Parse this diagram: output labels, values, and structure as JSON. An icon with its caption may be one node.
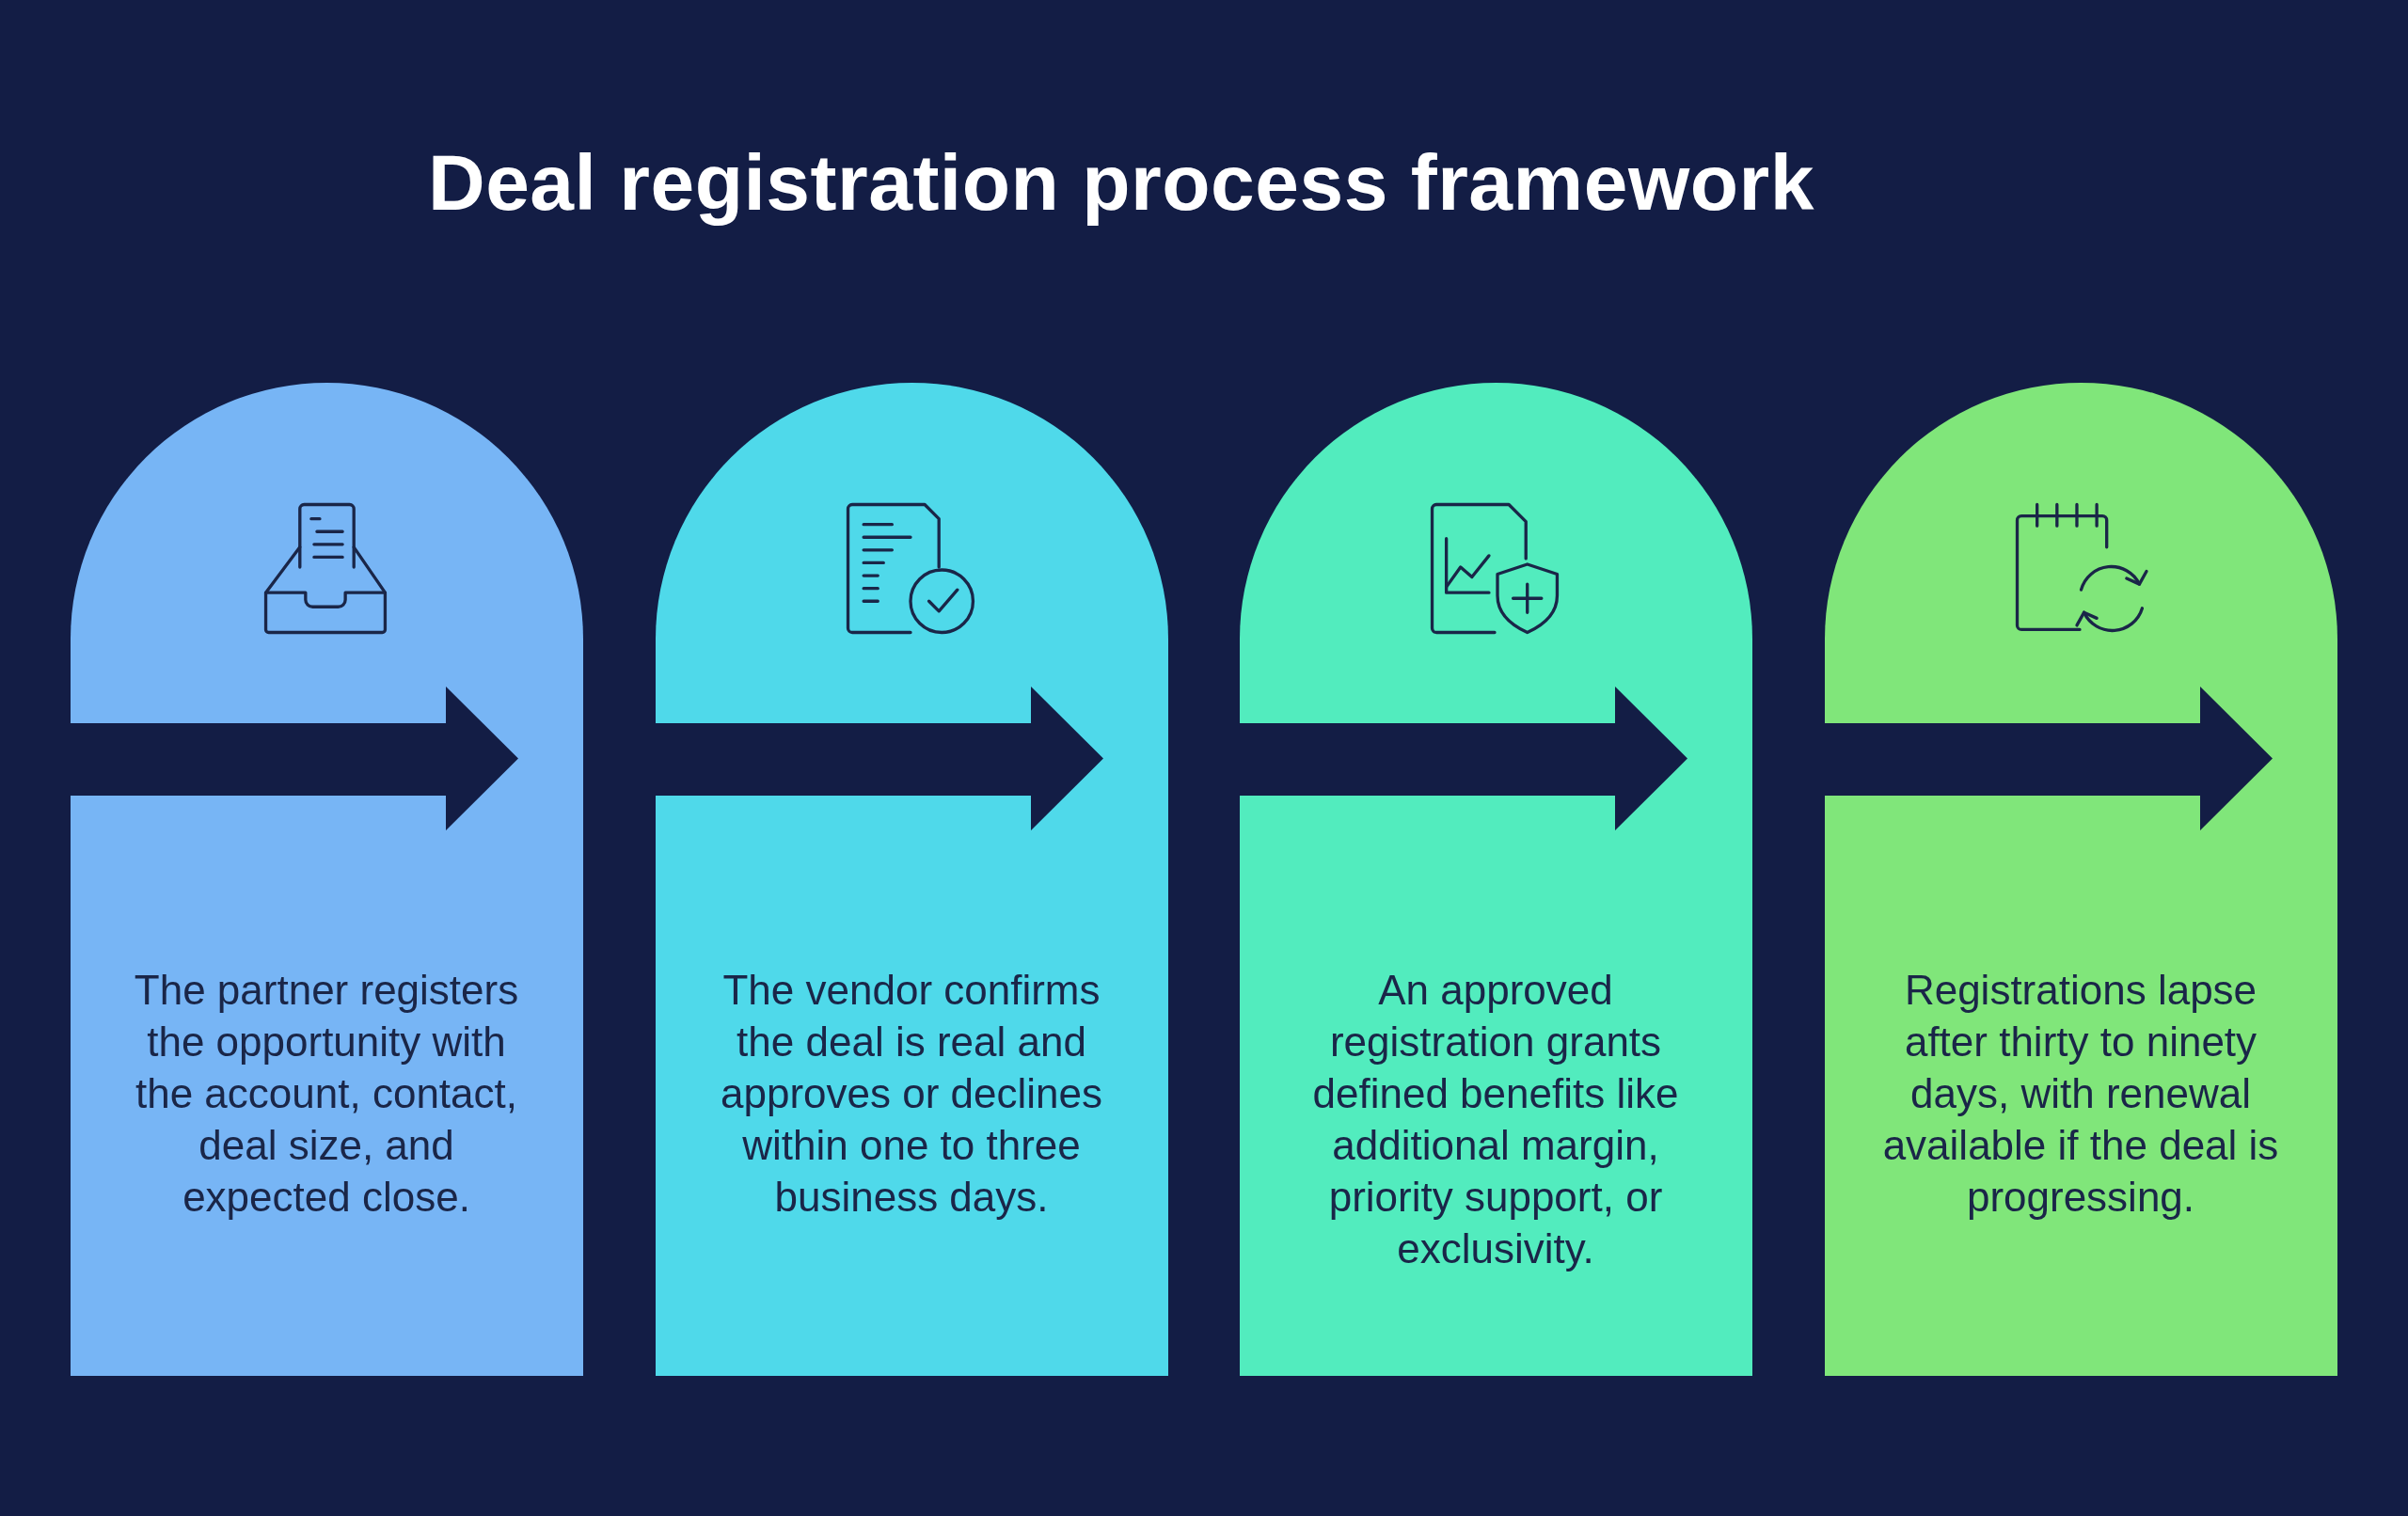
{
  "diagram": {
    "title": "Deal registration process framework",
    "nodes": [
      {
        "text": [
          "The partner registers the opportunity with the account, contact, deal size, and expected close."
        ]
      },
      {
        "text": [
          "The vendor confirms the deal is real and approves or declines within one to three business days."
        ]
      },
      {
        "text": [
          "An approved registration grants defined benefits like additional margin, priority support, or exclusivity."
        ]
      },
      {
        "text": [
          "Registrations lapse after thirty to ninety days, with renewal available if the deal is progressing."
        ]
      }
    ]
  }
}
